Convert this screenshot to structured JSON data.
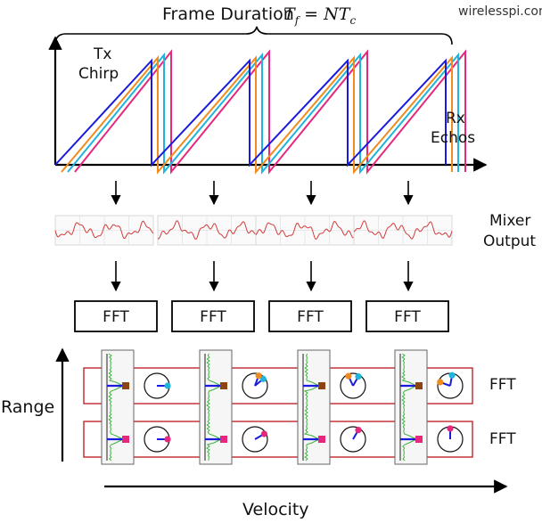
{
  "header": {
    "brand": "wirelesspi.com",
    "frame_duration_label": "Frame Duration",
    "frame_duration_formula": "T",
    "formula_sub_f": "f",
    "formula_eq": " = ",
    "formula_n": "NT",
    "formula_sub_c": "c"
  },
  "chirp_labels": {
    "tx_line1": "Tx",
    "tx_line2": "Chirp",
    "rx_line1": "Rx",
    "rx_line2": "Echos"
  },
  "mixer_labels": {
    "line1": "Mixer",
    "line2": "Output"
  },
  "fft_boxes": [
    "FFT",
    "FFT",
    "FFT",
    "FFT"
  ],
  "grid_labels": {
    "row1_fft": "FFT",
    "row2_fft": "FFT",
    "range": "Range",
    "velocity": "Velocity"
  },
  "colors": {
    "tx_chirp": "#1a1adc",
    "rx_orange": "#f08c1e",
    "rx_cyan": "#1eb4dc",
    "rx_magenta": "#e6287d",
    "mixer_signal": "#d23c3c",
    "spectrum": "#3cb43c",
    "row_box": "#c0282d",
    "peak_brown": "#8b4513",
    "peak_cyan": "#1eb4dc",
    "peak_orange": "#f08c1e",
    "peak_magenta": "#e6287d"
  }
}
